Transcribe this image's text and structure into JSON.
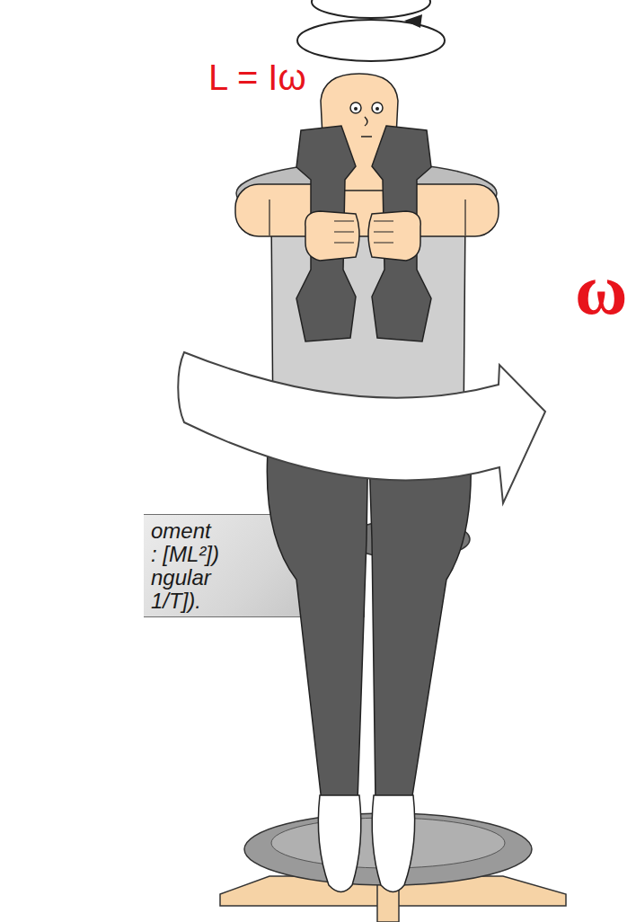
{
  "diagram": {
    "nodes": [
      {
        "text": [
          "oment",
          ": [ML²])",
          "ngular",
          "1/T])."
        ]
      }
    ],
    "labels": [
      "L = Iω",
      "ω"
    ]
  }
}
